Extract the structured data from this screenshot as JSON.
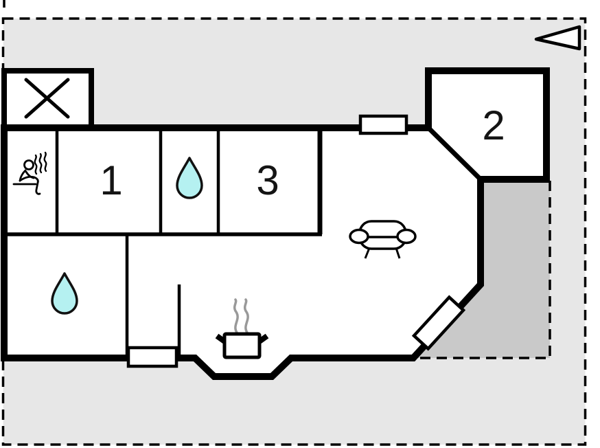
{
  "floorplan": {
    "description": "Holiday home floor plan with sauna, two bathrooms, kitchen, living room and terrace",
    "rooms": [
      {
        "name": "bedroom-1",
        "label": "1"
      },
      {
        "name": "bedroom-2",
        "label": "2"
      },
      {
        "name": "bedroom-3",
        "label": "3"
      }
    ],
    "icons": {
      "sauna": "sauna-icon",
      "water_drop": "water-drop-icon",
      "sofa": "sofa-icon",
      "stove": "stove-pot-icon",
      "north_arrow": "north-arrow-icon",
      "crossed_box": "crossed-box-icon",
      "window": "window-marker"
    },
    "colors": {
      "plot_background": "#e7e7e7",
      "terrace": "#c9c9c9",
      "building_fill": "#ffffff",
      "wall": "#000000",
      "water": "#b5f1f1",
      "steam": "#999999"
    }
  }
}
